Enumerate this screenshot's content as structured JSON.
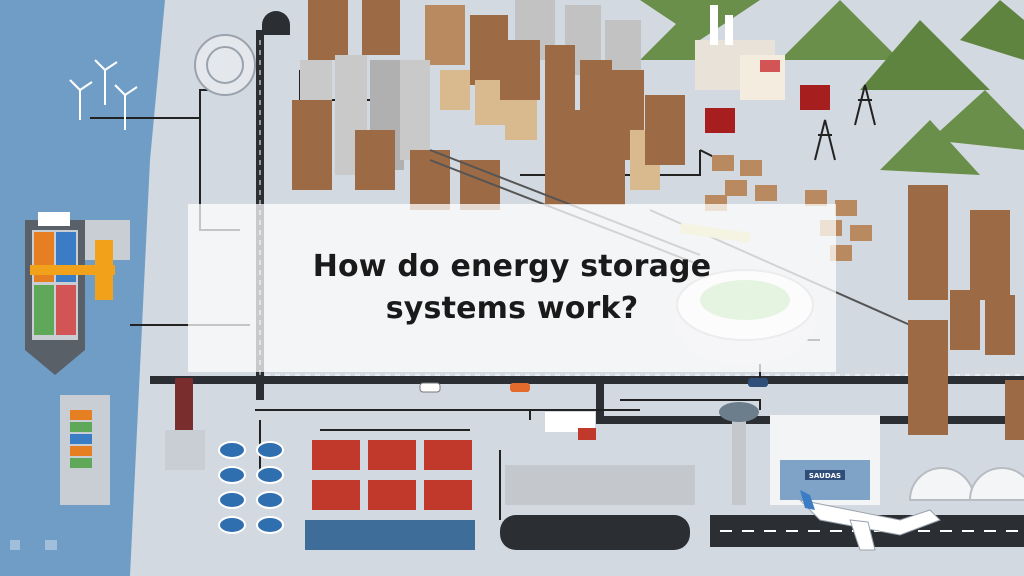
{
  "slide": {
    "title_line1": "How do energy storage",
    "title_line2": "systems work?"
  },
  "scene": {
    "terminal_sign": "SAUDAS"
  },
  "colors": {
    "sea": "#6e9cc5",
    "ground": "#d6dbe2",
    "road": "#2b2f33",
    "building_brown": "#9c6a44",
    "building_tan": "#d9b98e",
    "hill": "#6a8f4a",
    "factory_red": "#c0392b",
    "overlay": "#ffffff"
  },
  "icons": [
    "wind-turbine-icon",
    "cargo-ship-icon",
    "power-plant-icon",
    "transmission-tower-icon",
    "transformer-icon",
    "airplane-icon",
    "control-tower-icon",
    "stadium-icon",
    "train-icon",
    "car-icon",
    "storage-tank-icon",
    "factory-icon"
  ]
}
